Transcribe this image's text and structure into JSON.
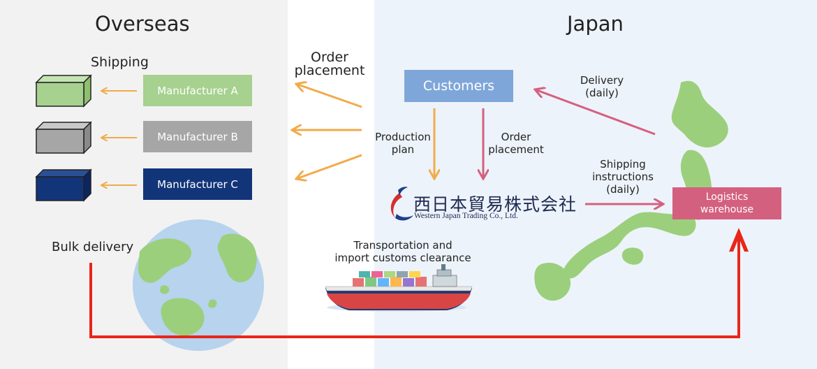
{
  "regions": {
    "overseas": "Overseas",
    "japan": "Japan"
  },
  "labels": {
    "shipping": "Shipping",
    "order_placement_left_line1": "Order",
    "order_placement_left_line2": "placement",
    "production_plan_line1": "Production",
    "production_plan_line2": "plan",
    "order_placement_mid_line1": "Order",
    "order_placement_mid_line2": "placement",
    "delivery_line1": "Delivery",
    "delivery_line2": "(daily)",
    "shipping_instructions_line1": "Shipping",
    "shipping_instructions_line2": "instructions",
    "shipping_instructions_line3": "(daily)",
    "bulk_delivery": "Bulk delivery",
    "transport_line1": "Transportation and",
    "transport_line2": "import customs clearance"
  },
  "manufacturers": [
    {
      "name": "Manufacturer A",
      "color": "#a6d18f"
    },
    {
      "name": "Manufacturer B",
      "color": "#a6a6a6"
    },
    {
      "name": "Manufacturer C",
      "color": "#12357a"
    }
  ],
  "customers": {
    "label": "Customers",
    "color": "#7fa6d9"
  },
  "logistics": {
    "line1": "Logistics",
    "line2": "warehouse",
    "color": "#d4607f"
  },
  "company": {
    "name_jp": "西日本貿易株式会社",
    "name_en": "Western Japan Trading Co., Ltd."
  },
  "colors": {
    "orange_arrow": "#f2ab4c",
    "pink_arrow": "#d4607f",
    "red_route": "#e8261a",
    "land_green": "#9ccf7c",
    "ocean_blue": "#b7d3ee"
  }
}
